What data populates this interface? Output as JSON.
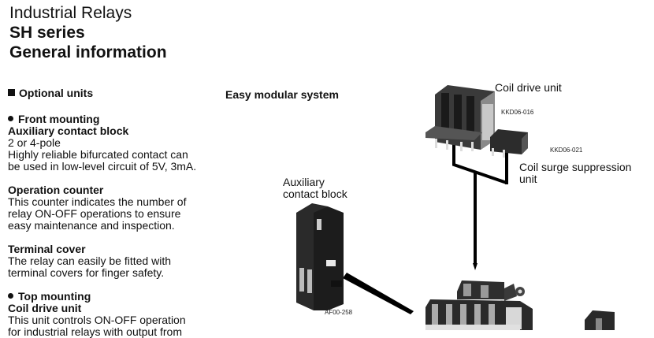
{
  "header": {
    "category": "Industrial Relays",
    "series": "SH series",
    "section": "General information"
  },
  "left": {
    "heading": "Optional units",
    "front": {
      "label": "Front mounting",
      "items": [
        {
          "title": "Auxiliary contact block",
          "lines": [
            "2 or 4-pole",
            "Highly reliable bifurcated contact can",
            "be used in low-level circuit of 5V, 3mA."
          ]
        },
        {
          "title": "Operation counter",
          "lines": [
            "This counter indicates the number of",
            "relay ON-OFF operations to ensure",
            "easy maintenance and inspection."
          ]
        },
        {
          "title": "Terminal cover",
          "lines": [
            "The relay can easily be fitted with",
            "terminal covers for finger safety."
          ]
        }
      ]
    },
    "top": {
      "label": "Top mounting",
      "items": [
        {
          "title": "Coil drive unit",
          "lines": [
            "This unit controls ON-OFF operation",
            "for industrial relays with output from"
          ]
        }
      ]
    }
  },
  "diagram": {
    "title": "Easy modular system",
    "labels": {
      "coil_drive": "Coil drive unit",
      "coil_surge_1": "Coil surge suppression",
      "coil_surge_2": "unit",
      "aux_1": "Auxiliary",
      "aux_2": "contact block"
    },
    "codes": {
      "coil_drive": "KKD06-016",
      "coil_surge": "KKD06-021",
      "aux": "AF00-258"
    }
  }
}
